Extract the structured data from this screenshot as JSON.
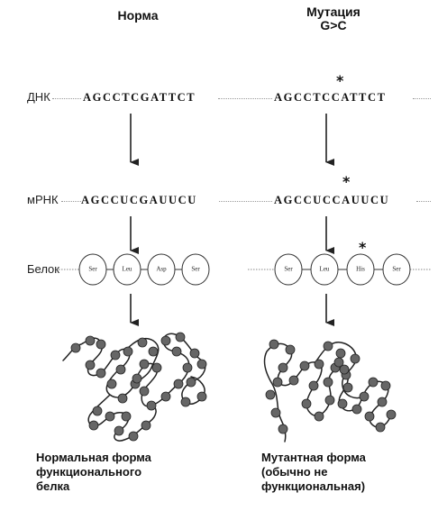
{
  "columns": {
    "normal": {
      "title": "Норма"
    },
    "mutant": {
      "title_line1": "Мутация",
      "title_line2": "G>C"
    }
  },
  "row_labels": {
    "dna": "ДНК",
    "mrna": "мРНК",
    "protein": "Белок"
  },
  "normal": {
    "dna": "AGCCTCGATTCT",
    "mrna": "AGCCUCGAUUCU",
    "amino_acids": [
      "Ser",
      "Leu",
      "Asp",
      "Ser"
    ],
    "caption": [
      "Нормальная форма",
      "функционального",
      "белка"
    ]
  },
  "mutant": {
    "mutation_marker": "*",
    "dna": "AGCCTCCATTCT",
    "mrna": "AGCCUCCAUUCU",
    "amino_acids": [
      "Ser",
      "Leu",
      "His",
      "Ser"
    ],
    "caption": [
      "Мутантная форма",
      "(обычно не",
      "функциональная)"
    ]
  }
}
